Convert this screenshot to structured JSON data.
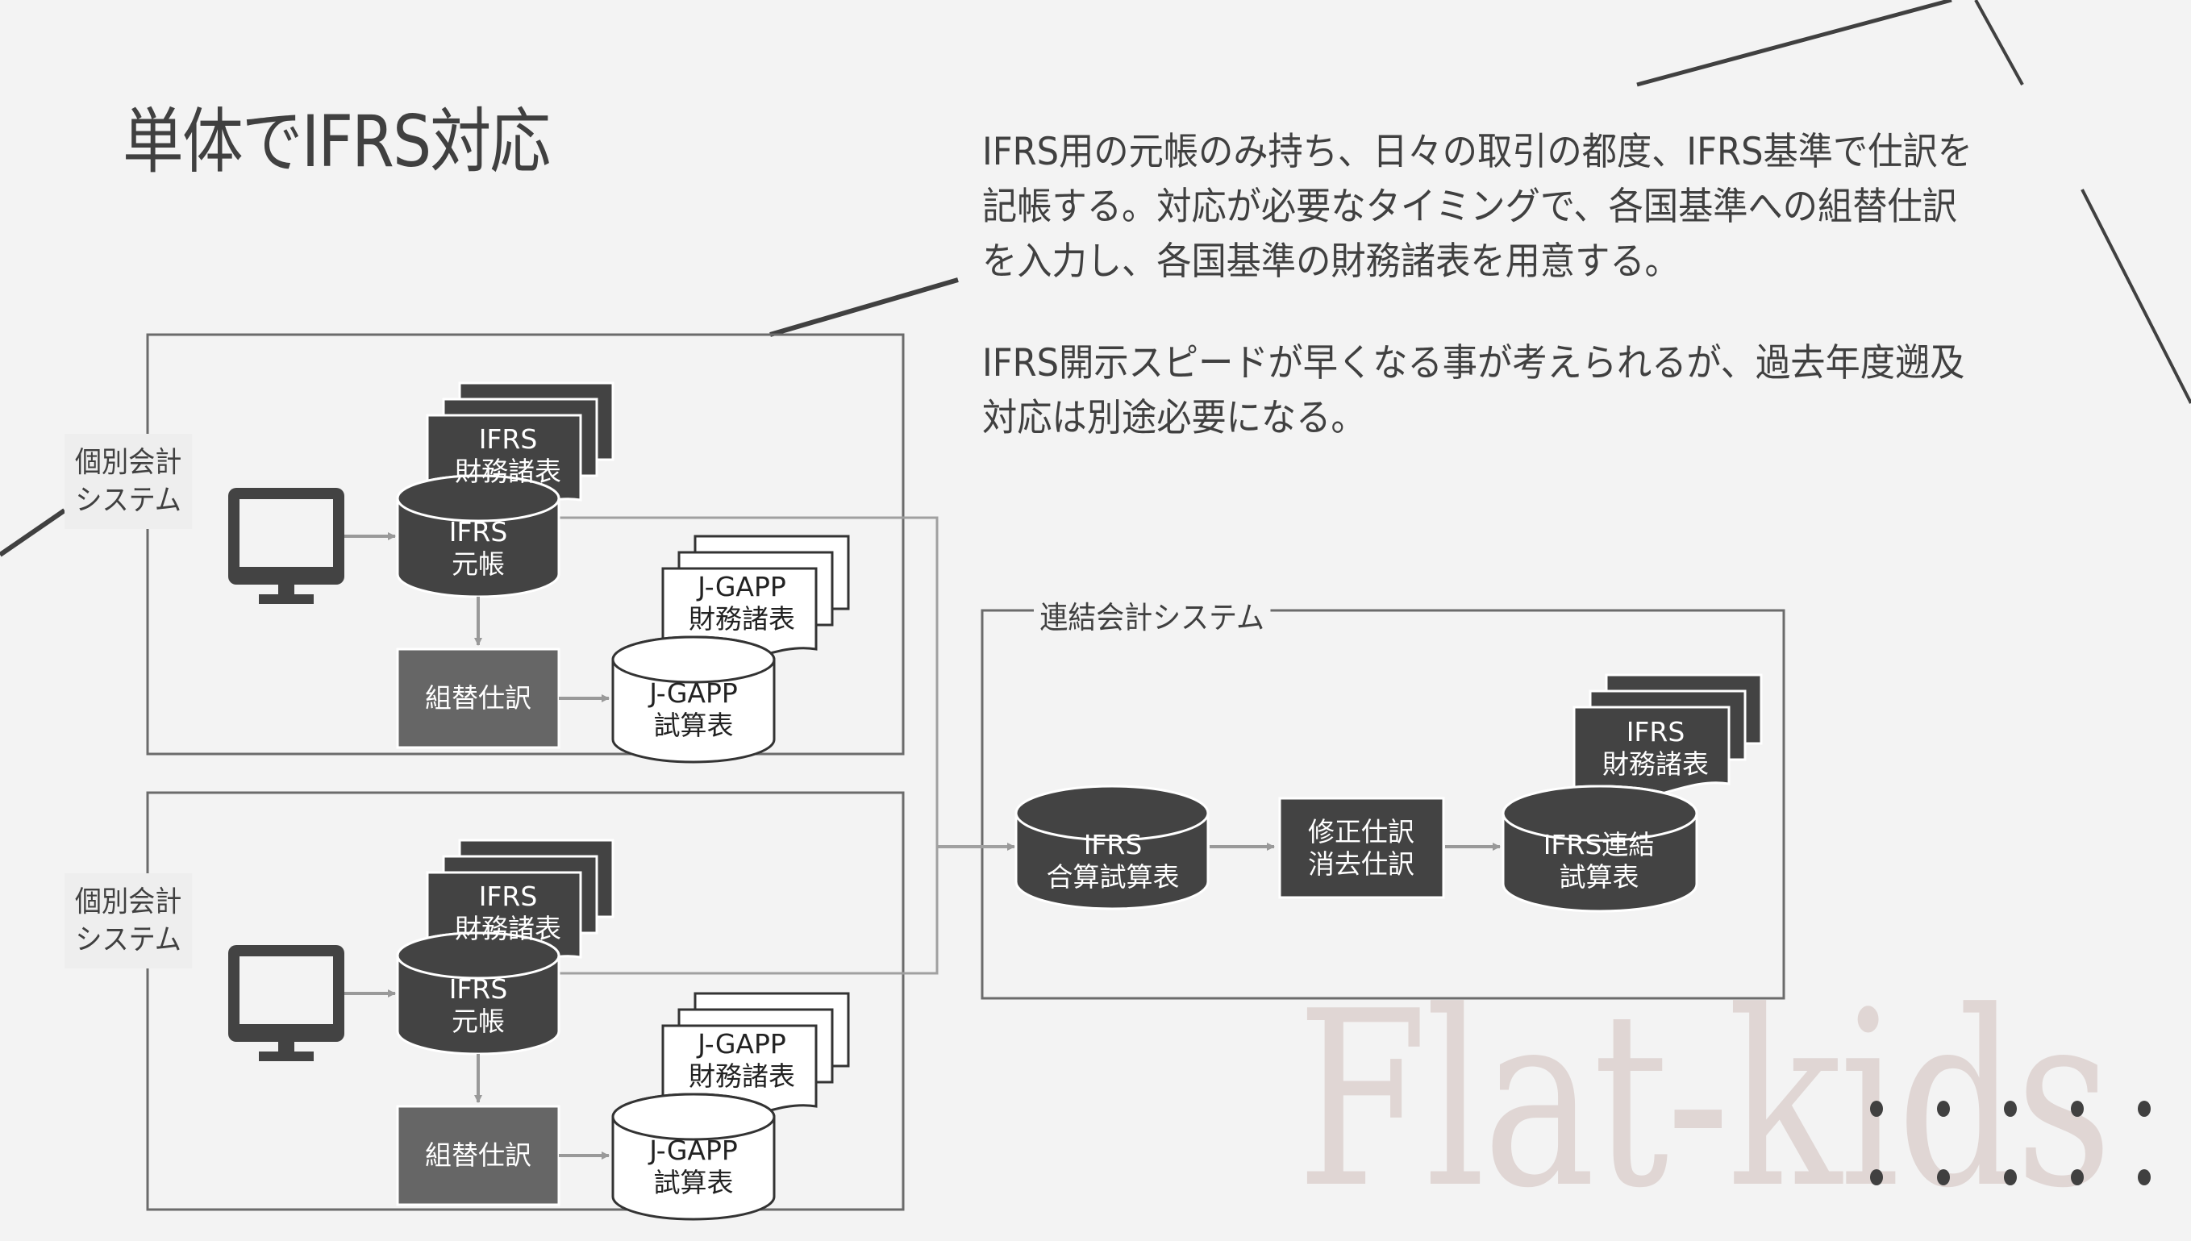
{
  "slide": {
    "title": "単体でIFRS対応",
    "description": [
      "IFRS用の元帳のみ持ち、日々の取引の都度、IFRS基準で仕訳を記帳する。対応が必要なタイミングで、各国基準への組替仕訳を入力し、各国基準の財務諸表を用意する。",
      "IFRS開示スピードが早くなる事が考えられるが、過去年度遡及対応は別途必要になる。"
    ],
    "watermark": "Flat-kids"
  },
  "colors": {
    "background": "#f3f3f3",
    "dark_node": "#434343",
    "medium_node": "#666666",
    "light_node": "#ffffff",
    "line": "#404040",
    "arrow": "#999999",
    "watermark": "#e0d6d4"
  },
  "individual_systems": [
    {
      "label": "個別会計\nシステム",
      "label_lines": [
        "個別会計",
        "システム"
      ],
      "terminal_icon": "monitor-icon",
      "ledger": [
        "IFRS",
        "元帳"
      ],
      "ifrs_statements": [
        "IFRS",
        "財務諸表"
      ],
      "reclass_entry": "組替仕訳",
      "jgaap_trial_balance": [
        "J-GAPP",
        "試算表"
      ],
      "jgaap_statements": [
        "J-GAPP",
        "財務諸表"
      ]
    },
    {
      "label": "個別会計\nシステム",
      "label_lines": [
        "個別会計",
        "システム"
      ],
      "terminal_icon": "monitor-icon",
      "ledger": [
        "IFRS",
        "元帳"
      ],
      "ifrs_statements": [
        "IFRS",
        "財務諸表"
      ],
      "reclass_entry": "組替仕訳",
      "jgaap_trial_balance": [
        "J-GAPP",
        "試算表"
      ],
      "jgaap_statements": [
        "J-GAPP",
        "財務諸表"
      ]
    }
  ],
  "consolidation_system": {
    "label": "連結会計システム",
    "combined_trial_balance": [
      "IFRS",
      "合算試算表"
    ],
    "adjustments": [
      "修正仕訳",
      "消去仕訳"
    ],
    "consolidated_trial_balance": [
      "IFRS連結",
      "試算表"
    ],
    "consolidated_statements": [
      "IFRS",
      "財務諸表"
    ]
  }
}
